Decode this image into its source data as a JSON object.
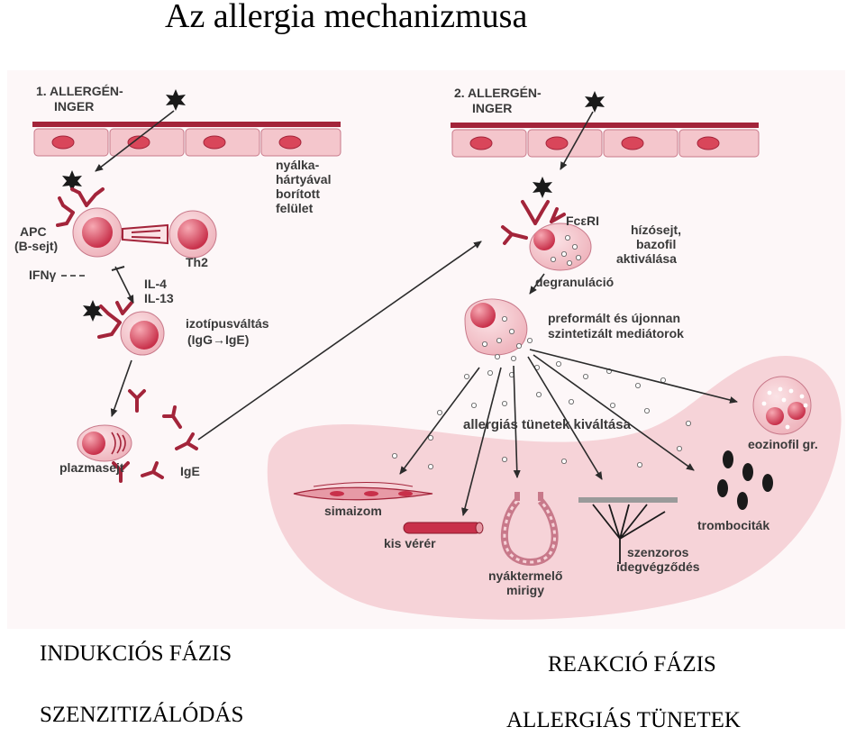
{
  "title": "Az allergia mechanizmusa",
  "diagram": {
    "header_1_line1": "1. ALLERGÉN-",
    "header_1_line2": "INGER",
    "header_2_line1": "2. ALLERGÉN-",
    "header_2_line2": "INGER",
    "mucosa_line1": "nyálka-",
    "mucosa_line2": "hártyával",
    "mucosa_line3": "borított",
    "mucosa_line4": "felület",
    "apc_line1": "APC",
    "apc_line2": "(B-sejt)",
    "th2": "Th2",
    "ifn": "IFNγ",
    "il4": "IL-4",
    "il13": "IL-13",
    "isotype_line1": "izotípusváltás",
    "isotype_line2": "(IgG→IgE)",
    "plasma": "plazmasejt",
    "ige": "IgE",
    "fceri": "FcεRI",
    "mast_line1": "hízósejt,",
    "mast_line2": "bazofil",
    "mast_line3": "aktiválása",
    "degran": "degranuláció",
    "mediators_line1": "preformált és újonnan",
    "mediators_line2": "szintetizált mediátorok",
    "symptoms": "allergiás tünetek kiváltása",
    "eosinophil": "eozinofil gr.",
    "smooth_muscle": "simaizom",
    "small_vessel": "kis vérér",
    "gland_line1": "nyáktermelő",
    "gland_line2": "mirigy",
    "nerve_line1": "szenzoros",
    "nerve_line2": "idegvégződés",
    "platelets": "trombociták"
  },
  "captions": {
    "induction": "INDUKCIÓS FÁZIS",
    "sensitization": "SZENZITIZÁLÓDÁS",
    "reaction": "REAKCIÓ FÁZIS",
    "symptoms": "ALLERGIÁS TÜNETEK"
  },
  "colors": {
    "membrane": "#a3243a",
    "cell_fill": "#f4c6cc",
    "nucleus": "#d9465a",
    "tissue": "#f7d4d9",
    "antibody": "#a3243a",
    "allergen": "#1a1a1a"
  }
}
